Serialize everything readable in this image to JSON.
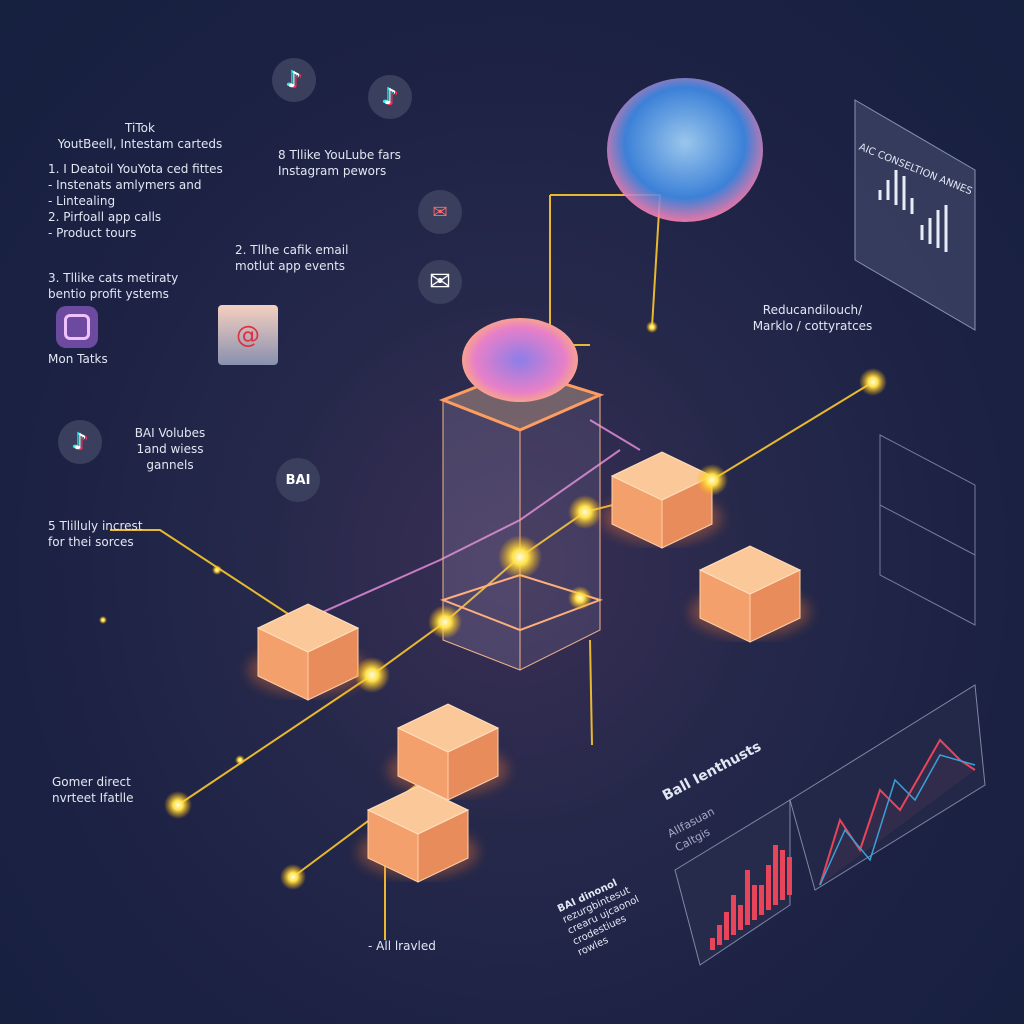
{
  "left_notes": {
    "title": "TiTok",
    "subtitle": "YoutBeell, Intestam carteds",
    "list": [
      "1. I Deatoil YouYota ced fittes",
      "- Instenats amlymers and",
      "- Lintealing",
      "2. Pirfoall app calls",
      "- Product tours"
    ],
    "note3": [
      "3. Tllike cats metiraty",
      "bentio profit ystems"
    ],
    "mon_tasks": "Mon Tatks",
    "volumes": [
      "BAI Volubes",
      "1and wiess",
      "gannels"
    ],
    "note5": [
      "5 Tlilluly increst",
      "for thei sorces"
    ],
    "bottom": [
      "Gomer direct",
      "nvrteet Ifatlle"
    ]
  },
  "top_notes": {
    "youtube": [
      "8 Tllike YouLube fars",
      "Instagram pewors"
    ],
    "email": [
      "2. Tllhe cafik email",
      "motlut app events"
    ]
  },
  "right_notes": {
    "reduce": [
      "Reducandilouch/",
      "Marklo / cottyratces"
    ],
    "panel_title": "AIC CONSELTION ANNES"
  },
  "bottom_notes": {
    "chart_title": "Ball Ienthusts",
    "chart_sub": [
      "AIIfasuan",
      "Caltgis"
    ],
    "side_text": [
      "BAI dinonol",
      "rezurgbintesut",
      "crearu ujcaonol",
      "crodestiues",
      "rowles"
    ],
    "footer": "- All lravled"
  },
  "icons": {
    "tiktok": "♪",
    "mail": "✉",
    "bai": "BAI"
  },
  "colors": {
    "cube": "#f7b27a",
    "glow": "#ffd84a",
    "line": "#e8b830",
    "pink": "#e48ad8",
    "bg": "#1b2143"
  }
}
